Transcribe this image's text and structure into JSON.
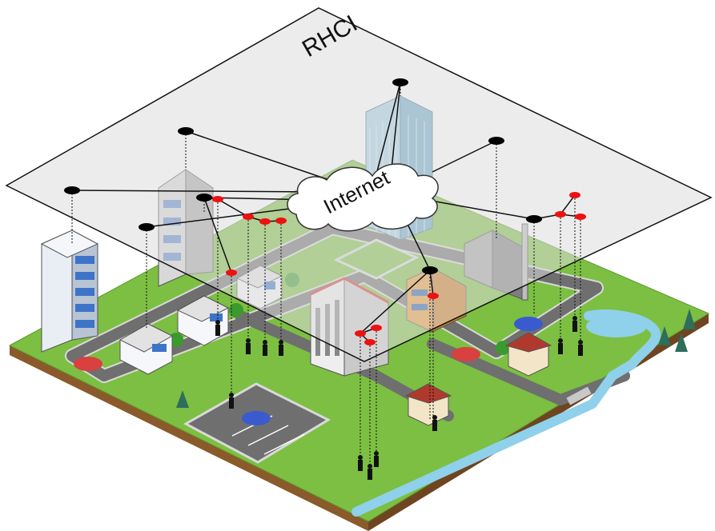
{
  "diagram": {
    "plane_label": "RHCI",
    "cloud_label": "Internet",
    "colors": {
      "plane_fill": "#e3e3e3",
      "grass": "#7cbf42",
      "road": "#6f6f6f",
      "water": "#8fd0ea",
      "node": "#000000",
      "sub_node": "#ee1111"
    },
    "icons": [
      "building",
      "house",
      "factory",
      "car",
      "person",
      "tree",
      "cloud",
      "node"
    ]
  }
}
